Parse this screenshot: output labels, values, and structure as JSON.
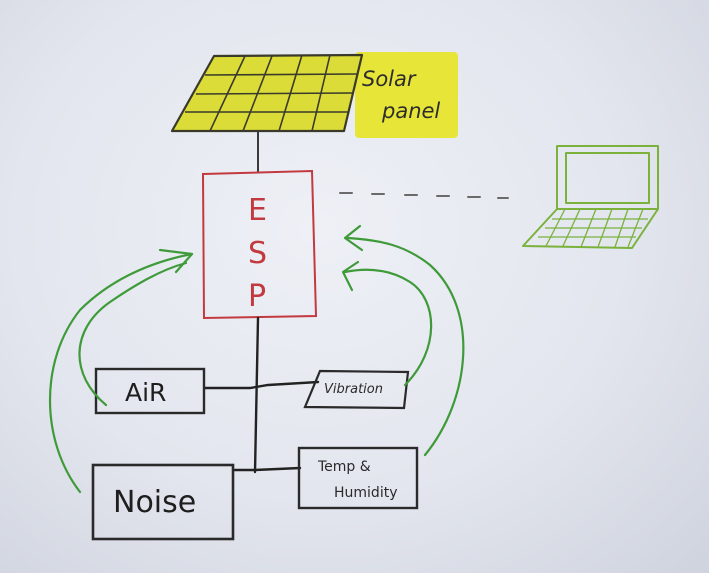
{
  "solar": {
    "line1": "Solar",
    "line2": "panel"
  },
  "esp": {
    "letter1": "E",
    "letter2": "S",
    "letter3": "P"
  },
  "sensors": {
    "air": "AiR",
    "noise": "Noise",
    "vibration": "Vibration",
    "temp_line1": "Temp &",
    "temp_line2": "Humidity"
  },
  "colors": {
    "solar_fill": "#dede3a",
    "solar_highlight": "#e8e636",
    "esp_stroke": "#c0303a",
    "arrow_green": "#3f9a3a",
    "laptop_green": "#7fb53e",
    "ink": "#2a2a2a"
  }
}
